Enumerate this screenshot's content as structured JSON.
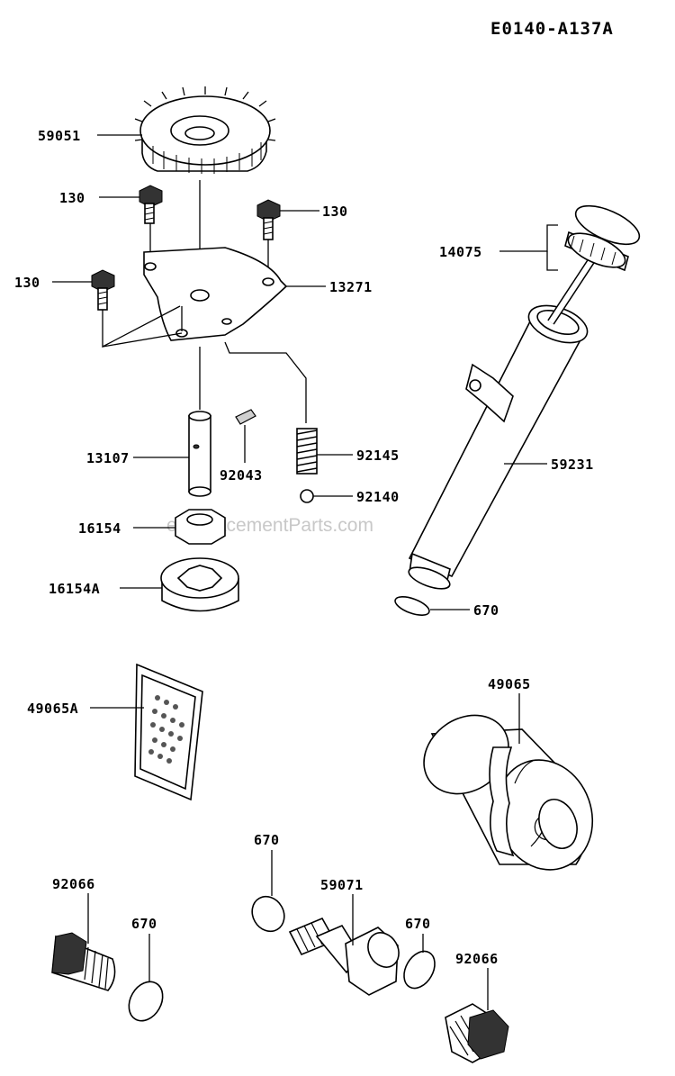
{
  "diagram_code": "E0140-A137A",
  "watermark": "eReplacementParts.com",
  "labels": {
    "gear": "59051",
    "bolt_left_top": "130",
    "bolt_right_top": "130",
    "bolt_left_mid": "130",
    "plate": "13271",
    "shaft": "13107",
    "pin": "92043",
    "spring": "92145",
    "ball": "92140",
    "rotor_inner": "16154",
    "rotor_outer": "16154A",
    "cap": "14075",
    "dipstick_tube": "59231",
    "oring_tube": "670",
    "screen": "49065A",
    "oil_filter": "49065",
    "oring_center_top": "670",
    "plug_left": "92066",
    "oring_left": "670",
    "fitting": "59071",
    "oring_right": "670",
    "plug_right": "92066"
  }
}
